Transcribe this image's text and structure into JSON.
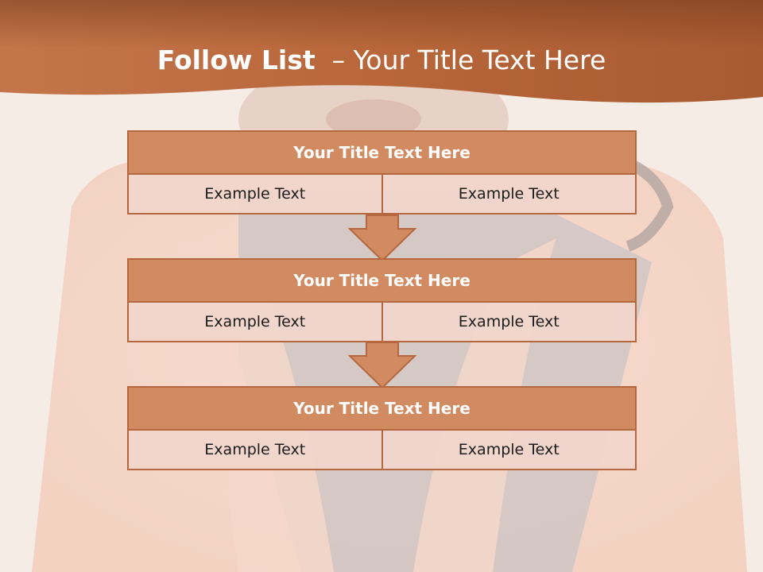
{
  "slide": {
    "title_bold": "Follow List",
    "title_rest": "– Your Title Text Here"
  },
  "blocks": [
    {
      "title": "Your Title Text Here",
      "left": "Example Text",
      "right": "Example Text"
    },
    {
      "title": "Your Title Text Here",
      "left": "Example Text",
      "right": "Example Text"
    },
    {
      "title": "Your Title Text Here",
      "left": "Example Text",
      "right": "Example Text"
    }
  ],
  "colors": {
    "banner": "#c06a38",
    "block_title": "#d28b61",
    "block_border": "#b5683f",
    "cell": "#f1d6cb",
    "arrow": "#d28b61"
  }
}
